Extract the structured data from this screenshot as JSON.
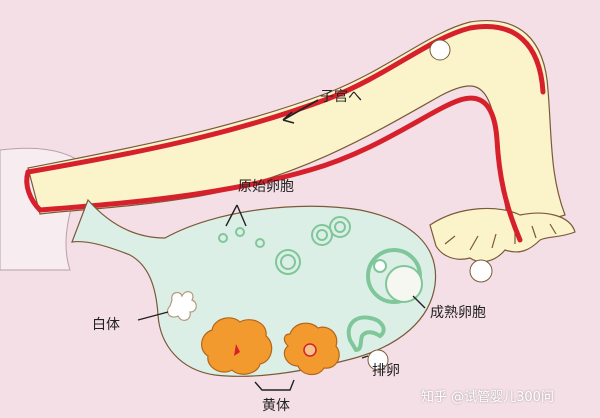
{
  "labels": {
    "uterus_direction": "子宫へ",
    "primordial_follicle": "原始卵胞",
    "mature_follicle": "成熟卵胞",
    "corpus_albicans": "白体",
    "ovulation": "排卵",
    "corpus_luteum": "黄体"
  },
  "watermark": "知乎 @试管婴儿300问",
  "colors": {
    "background": "#f4dfe6",
    "tube_wall": "#d6202b",
    "tube_fill": "#fbf3c9",
    "ovary_fill": "#dcefe6",
    "follicle_ring": "#7fc79a",
    "corpus_luteum": "#f29a2e",
    "ovum": "#ffffff"
  }
}
